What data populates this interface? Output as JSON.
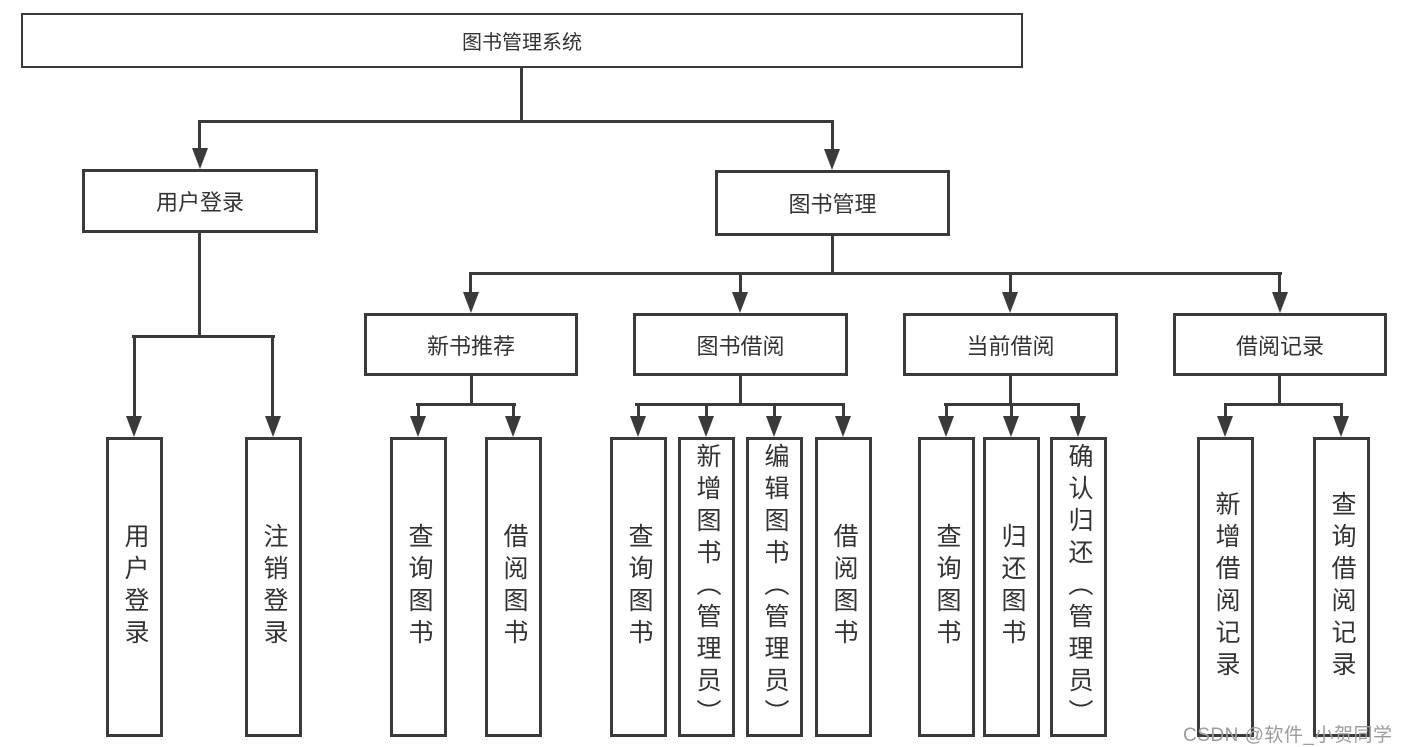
{
  "diagram": {
    "root": "图书管理系统",
    "level2": [
      "用户登录",
      "图书管理"
    ],
    "level3": [
      "新书推荐",
      "图书借阅",
      "当前借阅",
      "借阅记录"
    ],
    "leaves": [
      "用户登录",
      "注销登录",
      "查询图书",
      "借阅图书",
      "查询图书",
      "新增图书（管理员）",
      "编辑图书（管理员）",
      "借阅图书",
      "查询图书",
      "归还图书",
      "确认归还（管理员）",
      "新增借阅记录",
      "查询借阅记录"
    ]
  },
  "watermark": "CSDN @软件_小贺同学",
  "colors": {
    "line": "#3a3a3a",
    "text": "#333333",
    "watermark": "#9c9c9c",
    "background": "#ffffff"
  }
}
